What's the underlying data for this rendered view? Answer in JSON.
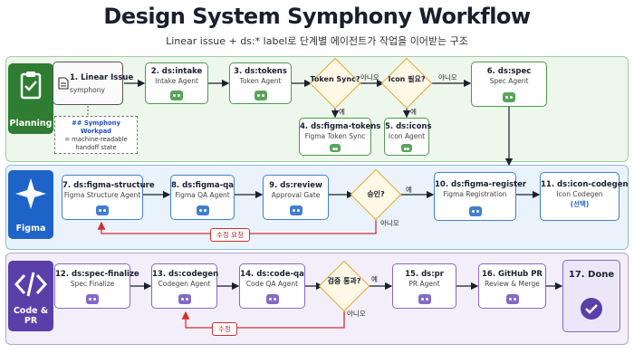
{
  "header": {
    "title": "Design System Symphony Workflow",
    "subtitle": "Linear issue + ds:* label로 단계별 에이전트가 작업을 이어받는 구조"
  },
  "lanes": {
    "planning": "Planning",
    "figma": "Figma",
    "code": "Code & PR"
  },
  "nodes": {
    "n1": {
      "title": "1. Linear Issue",
      "sub": "symphony"
    },
    "n2": {
      "title": "2. ds:intake",
      "sub": "Intake Agent"
    },
    "n3": {
      "title": "3. ds:tokens",
      "sub": "Token Agent"
    },
    "n4": {
      "title": "4. ds:figma-tokens",
      "sub": "Figma Token Sync"
    },
    "n5": {
      "title": "5. ds:icons",
      "sub": "Icon Agent"
    },
    "n6": {
      "title": "6. ds:spec",
      "sub": "Spec Agent"
    },
    "n7": {
      "title": "7. ds:figma-structure",
      "sub": "Figma Structure Agent"
    },
    "n8": {
      "title": "8. ds:figma-qa",
      "sub": "Figma QA Agent"
    },
    "n9": {
      "title": "9. ds:review",
      "sub": "Approval Gate"
    },
    "n10": {
      "title": "10. ds:figma-register",
      "sub": "Figma Registration"
    },
    "n11": {
      "title": "11. ds:icon-codegen",
      "sub": "Icon Codegen",
      "note": "(선택)"
    },
    "n12": {
      "title": "12. ds:spec-finalize",
      "sub": "Spec Finalize"
    },
    "n13": {
      "title": "13. ds:codegen",
      "sub": "Codegen Agent"
    },
    "n14": {
      "title": "14. ds:code-qa",
      "sub": "Code QA Agent"
    },
    "n15": {
      "title": "15. ds:pr",
      "sub": "PR Agent"
    },
    "n16": {
      "title": "16. GitHub PR",
      "sub": "Review & Merge"
    },
    "n17": {
      "title": "17. Done"
    }
  },
  "decisions": {
    "d1": "Token Sync?",
    "d2": "Icon 필요?",
    "d3": "승인?",
    "d4": "검증 통과?"
  },
  "edge_labels": {
    "yes": "예",
    "no": "아니오",
    "revise_request": "수정 요청",
    "revise": "수정"
  },
  "workpad": {
    "heading": "## Symphony Workpad",
    "line1": "= machine-readable",
    "line2": "handoff state"
  },
  "colors": {
    "planning": "#2e7d32",
    "figma": "#1e63c7",
    "code": "#5b3fa8",
    "decision": "#e0a82e",
    "revise": "#d32f2f"
  }
}
